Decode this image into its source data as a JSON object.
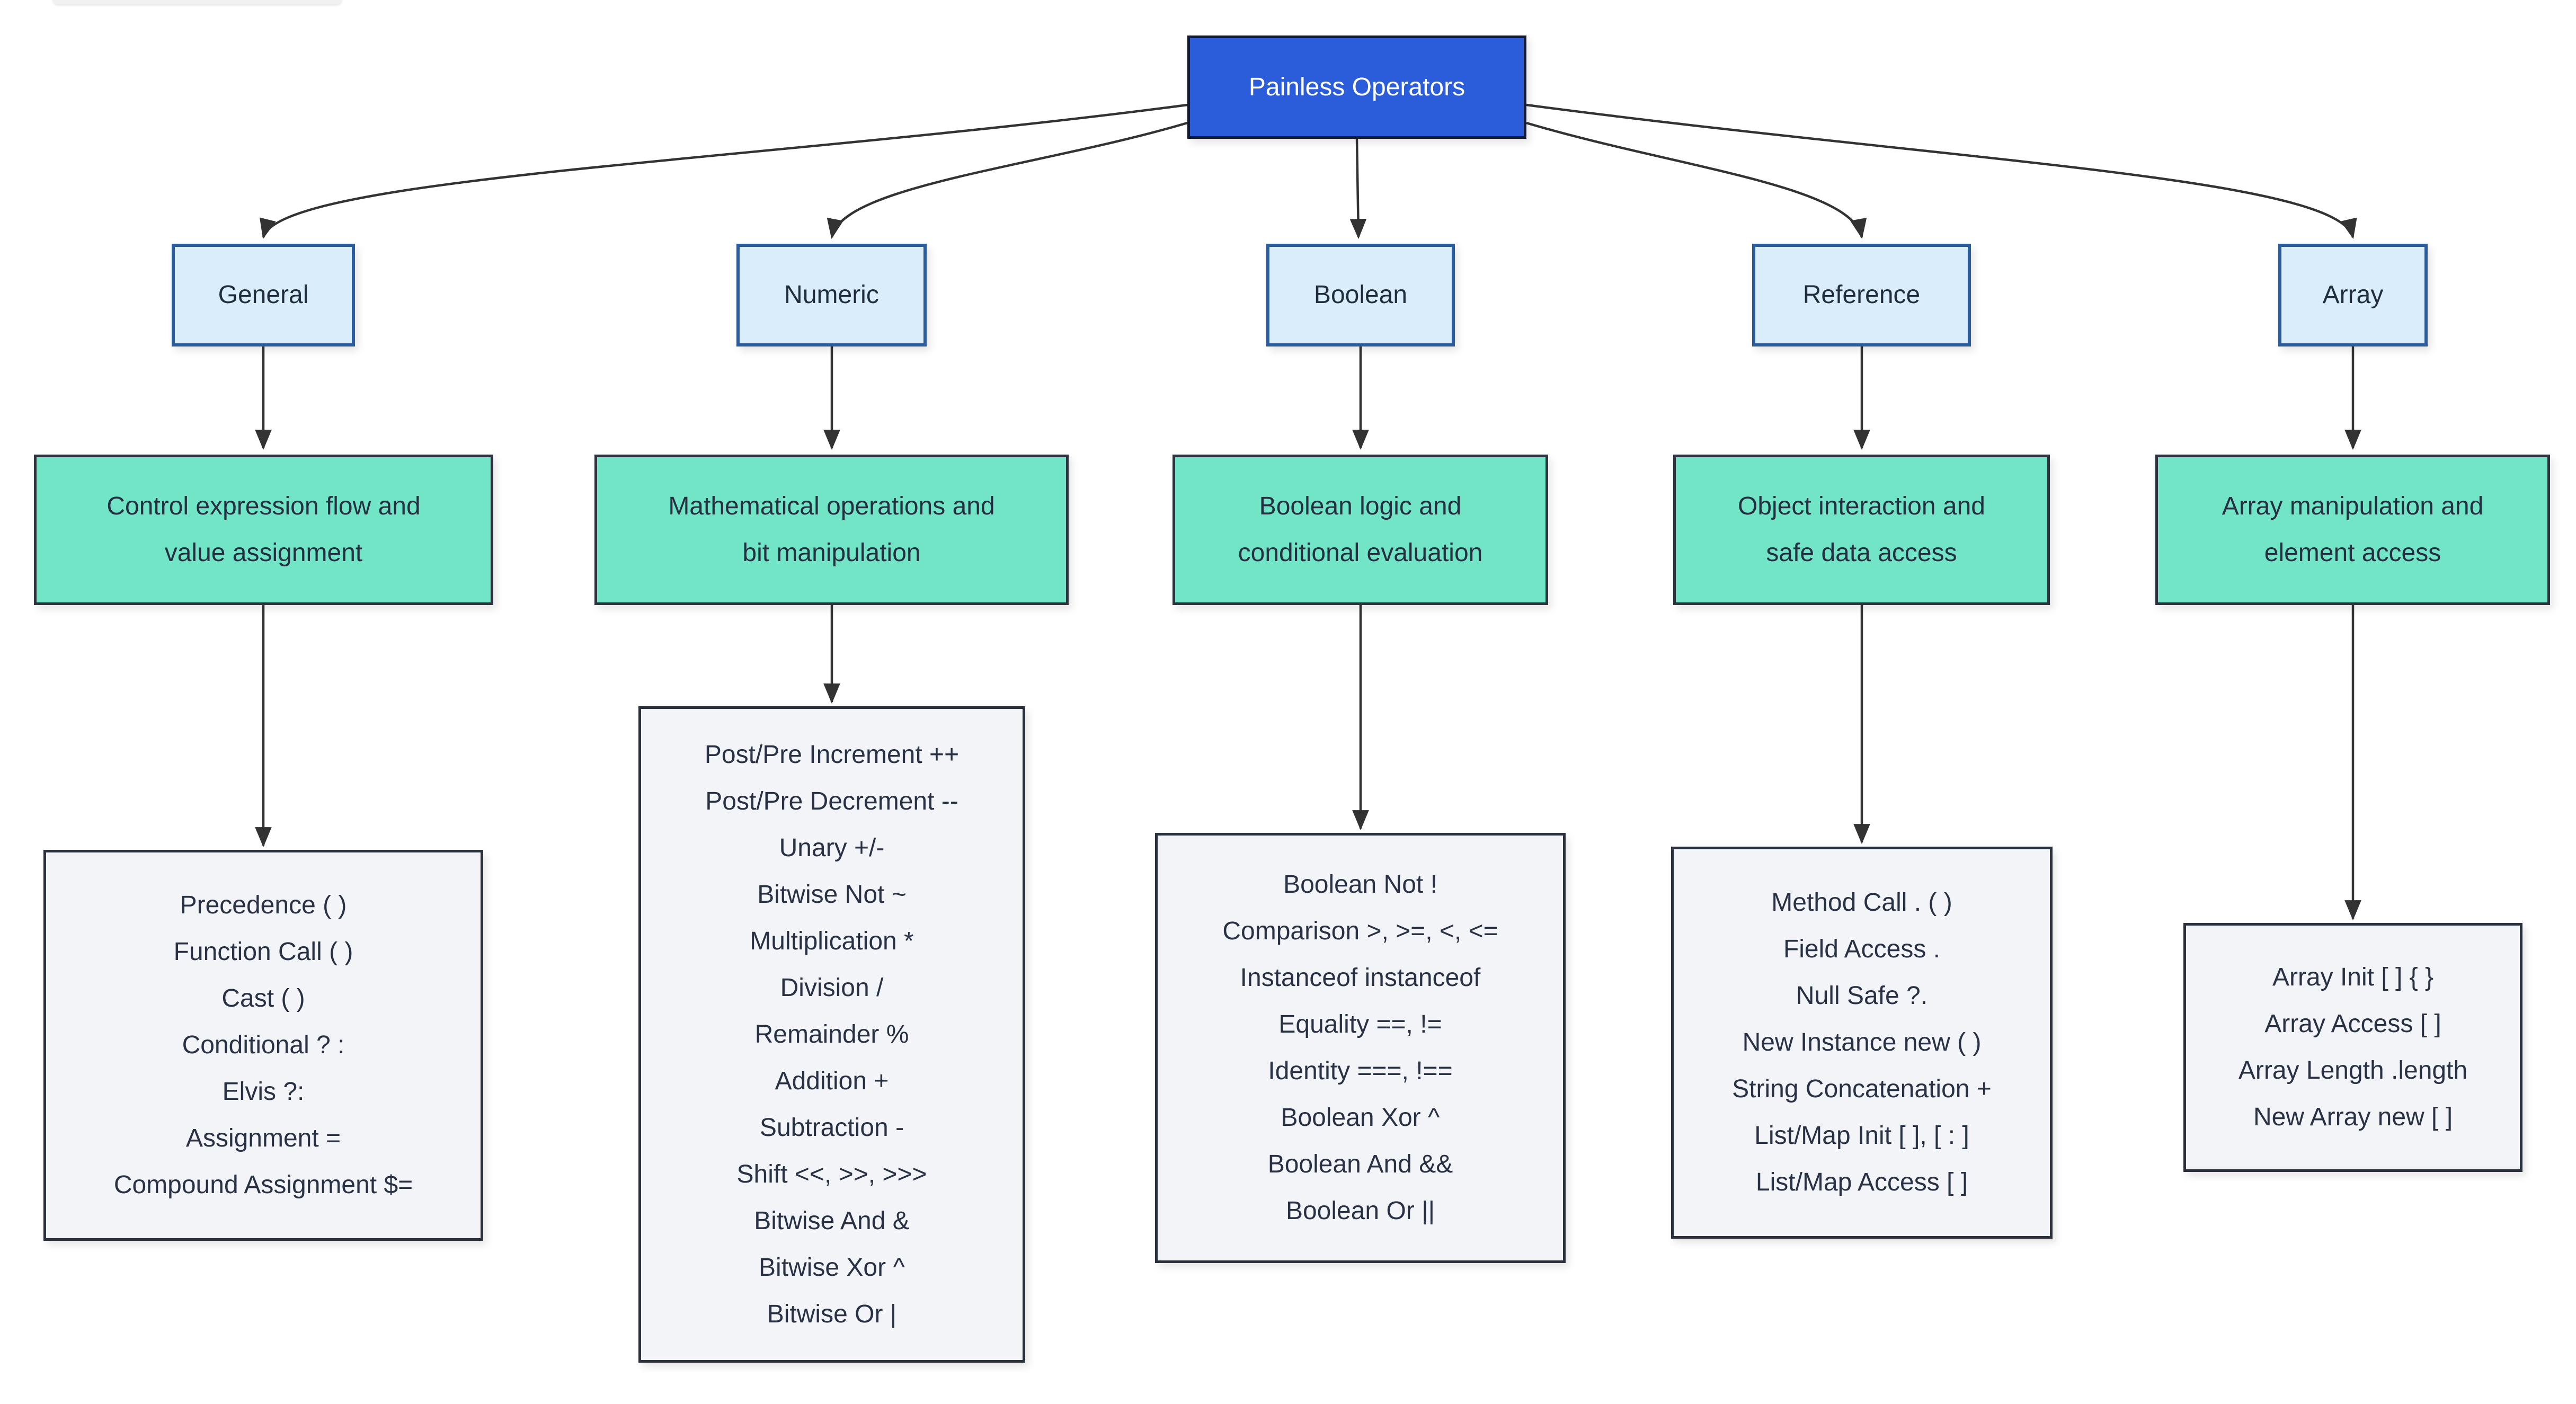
{
  "title": "Painless Operators",
  "colors": {
    "title_fill": "#2b5cd9",
    "title_border": "#121b33",
    "title_text": "#ffffff",
    "category_fill": "#d9edfb",
    "category_border": "#2b5d9e",
    "summary_fill": "#73e5c7",
    "summary_border": "#2d333f",
    "detail_fill": "#f3f4f8",
    "detail_border": "#2a303c",
    "text_dark": "#262f3d",
    "edge": "#333333"
  },
  "columns": [
    {
      "label": "General",
      "summary_line1": "Control expression flow and",
      "summary_line2": "value assignment",
      "items": [
        "Precedence ( )",
        "Function Call ( )",
        "Cast ( )",
        "Conditional ? :",
        "Elvis ?:",
        "Assignment =",
        "Compound Assignment $="
      ]
    },
    {
      "label": "Numeric",
      "summary_line1": "Mathematical operations and",
      "summary_line2": "bit manipulation",
      "items": [
        "Post/Pre Increment ++",
        "Post/Pre Decrement --",
        "Unary +/-",
        "Bitwise Not ~",
        "Multiplication *",
        "Division /",
        "Remainder %",
        "Addition +",
        "Subtraction -",
        "Shift <<, >>, >>>",
        "Bitwise And &",
        "Bitwise Xor ^",
        "Bitwise Or |"
      ]
    },
    {
      "label": "Boolean",
      "summary_line1": "Boolean logic and",
      "summary_line2": "conditional evaluation",
      "items": [
        "Boolean Not !",
        "Comparison >, >=, <, <=",
        "Instanceof instanceof",
        "Equality ==, !=",
        "Identity ===, !==",
        "Boolean Xor ^",
        "Boolean And &&",
        "Boolean Or ||"
      ]
    },
    {
      "label": "Reference",
      "summary_line1": "Object interaction and",
      "summary_line2": "safe data access",
      "items": [
        "Method Call . ( )",
        "Field Access .",
        "Null Safe ?.",
        "New Instance new ( )",
        "String Concatenation +",
        "List/Map Init [ ], [ : ]",
        "List/Map Access [ ]"
      ]
    },
    {
      "label": "Array",
      "summary_line1": "Array manipulation and",
      "summary_line2": "element access",
      "items": [
        "Array Init [ ] { }",
        "Array Access [ ]",
        "Array Length .length",
        "New Array new [ ]"
      ]
    }
  ]
}
